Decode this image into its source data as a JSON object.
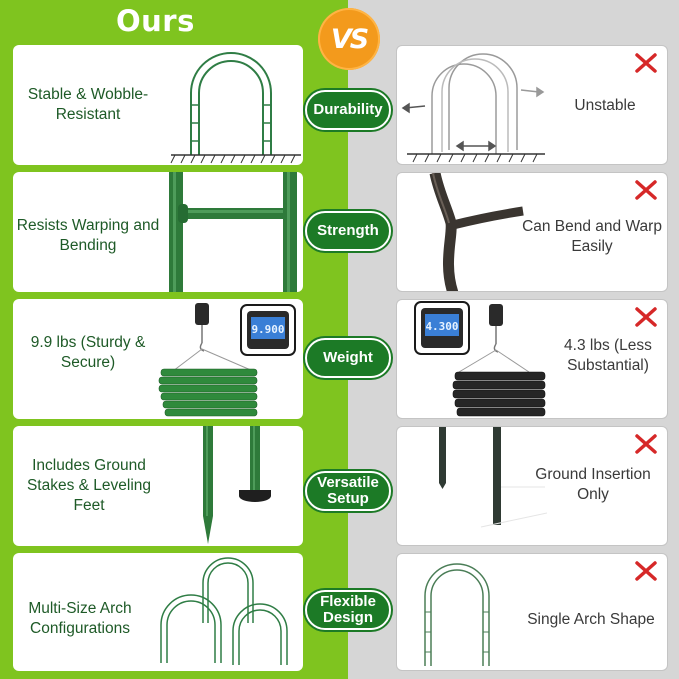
{
  "header": {
    "ours_label": "Ours",
    "vs_label": "VS"
  },
  "colors": {
    "left_bg": "#7fc41f",
    "right_bg": "#d6d6d6",
    "pill_bg": "#1c7a26",
    "vs_badge": "#f39a1c",
    "x_mark": "#d62828",
    "ours_text": "#1e5a27"
  },
  "rows": [
    {
      "category": "Durability",
      "ours": "Stable & Wobble-Resistant",
      "others": "Unstable",
      "ours_icon": "garden-arch-icon",
      "others_icon": "wobbling-arch-icon"
    },
    {
      "category": "Strength",
      "ours": "Resists Warping and Bending",
      "others": "Can Bend and Warp Easily",
      "ours_icon": "straight-tube-icon",
      "others_icon": "bent-tube-icon"
    },
    {
      "category": "Weight",
      "ours": "9.9 lbs (Sturdy & Secure)",
      "others": "4.3 lbs (Less Substantial)",
      "ours_scale": "9.900",
      "others_scale": "4.300"
    },
    {
      "category": "Versatile Setup",
      "ours": "Includes Ground Stakes & Leveling Feet",
      "others": "Ground Insertion Only"
    },
    {
      "category": "Flexible Design",
      "ours": "Multi-Size Arch Configurations",
      "others": "Single Arch Shape"
    }
  ]
}
